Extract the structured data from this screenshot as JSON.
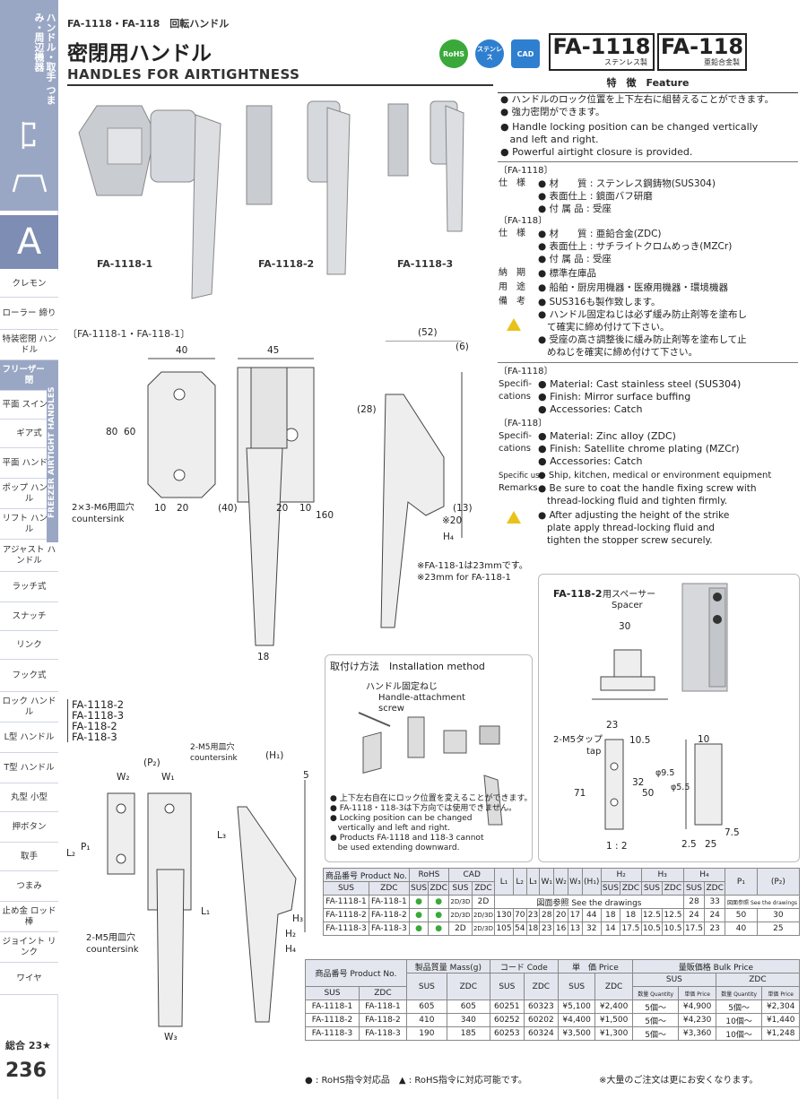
{
  "sidebar": {
    "category": "ハンドル・取手 つまみ・周辺機器",
    "letter": "A",
    "vertical_label": "FREEZER AIRTIGHT HANDLES",
    "items": [
      "クレモン",
      "ローラー 締り",
      "特装密閉 ハンドル",
      "フリーザー 密閉",
      "平面 スイング",
      "ギア式",
      "平面 ハンドル",
      "ポップ ハンドル",
      "リフト ハンドル",
      "アジャスト ハンドル",
      "ラッチ式",
      "スナッチ",
      "リンク",
      "フック式",
      "ロック ハンドル",
      "L型 ハンドル",
      "T型 ハンドル",
      "丸型 小型",
      "押ボタン",
      "取手",
      "つまみ",
      "止め金 ロッド棒",
      "ジョイント リンク",
      "ワイヤ"
    ],
    "sogo": "総合 23★",
    "page_number": "236"
  },
  "header": {
    "breadcrumb": "FA-1118・FA-118　回転ハンドル",
    "title_jp": "密閉用ハンドル",
    "title_en": "HANDLES FOR AIRTIGHTNESS",
    "badges": [
      "RoHS",
      "ステンレス",
      "CAD"
    ],
    "model1": "FA-1118",
    "model1_sub": "ステンレス製",
    "model2": "FA-118",
    "model2_sub": "亜鉛合金製"
  },
  "photos": {
    "captions": [
      "FA-1118-1",
      "FA-1118-2",
      "FA-1118-3"
    ]
  },
  "drawing1": {
    "label": "〔FA-1118-1・FA-118-1〕",
    "dims": [
      "40",
      "45",
      "(52)",
      "(6)",
      "80",
      "60",
      "(28)",
      "10",
      "20",
      "(40)",
      "20",
      "10",
      "(13)",
      "160",
      "※20",
      "H₄",
      "18"
    ],
    "hole_note": "2×3-M6用皿穴",
    "hole_note_en": "countersink",
    "note1": "※FA-118-1は23mmです。",
    "note2": "※23mm for FA-118-1"
  },
  "drawing2": {
    "labels": [
      "FA-1118-2",
      "FA-1118-3",
      "FA-118-2",
      "FA-118-3"
    ],
    "dims": [
      "(P₂)",
      "W₂",
      "W₁",
      "(H₁)",
      "5",
      "L₂",
      "P₁",
      "L₃",
      "L₁",
      "H₃",
      "H₂",
      "H₄",
      "W₃"
    ],
    "note_top": "2-M5用皿穴",
    "note_top_en": "countersink",
    "note_bottom": "2-M5用皿穴",
    "note_bottom_en": "countersink"
  },
  "install": {
    "title": "取付け方法　Installation method",
    "screw_jp": "ハンドル固定ねじ",
    "screw_en1": "Handle-attachment",
    "screw_en2": "screw",
    "notes": [
      "● 上下左右自在にロック位置を変えることができます。",
      "● FA-1118・118-3は下方向では使用できません。",
      "● Locking position can be changed",
      "   vertically and left and right.",
      "● Products FA-1118 and 118-3 cannot",
      "   be used extending downward."
    ]
  },
  "spacer": {
    "title": "FA-118-2",
    "title_jp": "用スペーサー",
    "title_en": "Spacer",
    "dims": [
      "30",
      "23",
      "10.5",
      "10",
      "2-M5タップ",
      "tap",
      "71",
      "32",
      "50",
      "φ9.5",
      "φ5.5",
      "7.5",
      "2.5",
      "25"
    ],
    "scale": "1 : 2"
  },
  "features": {
    "heading": "特　徴　Feature",
    "jp": [
      "● ハンドルのロック位置を上下左右に組替えることができます。",
      "● 強力密閉ができます。"
    ],
    "en": [
      "● Handle locking position can be changed vertically",
      "   and left and right.",
      "● Powerful airtight closure is provided."
    ]
  },
  "specs_jp": {
    "g1": "〔FA-1118〕",
    "label_spec": "仕　様",
    "g1_lines": [
      "● 材　　質 : ステンレス鋼鋳物(SUS304)",
      "● 表面仕上 : 鏡面バフ研磨",
      "● 付 属 品 : 受座"
    ],
    "g2": "〔FA-118〕",
    "g2_lines": [
      "● 材　　質 : 亜鉛合金(ZDC)",
      "● 表面仕上 : サチライトクロムめっき(MZCr)",
      "● 付 属 品 : 受座"
    ],
    "rows": [
      [
        "納　期",
        "● 標準在庫品"
      ],
      [
        "用　途",
        "● 船舶・厨房用機器・医療用機器・環境機器"
      ],
      [
        "備　考",
        "● SUS316も製作致します。"
      ]
    ],
    "warn": [
      "● ハンドル固定ねじは必ず緩み防止剤等を塗布し",
      "   て確実に締め付けて下さい。",
      "● 受座の高さ調整後に緩み防止剤等を塗布して止",
      "   めねじを確実に締め付けて下さい。"
    ]
  },
  "specs_en": {
    "g1": "〔FA-1118〕",
    "label": "Specifi-",
    "label2": "cations",
    "g1_lines": [
      "● Material: Cast stainless steel (SUS304)",
      "● Finish: Mirror surface buffing",
      "● Accessories: Catch"
    ],
    "g2": "〔FA-118〕",
    "g2_lines": [
      "● Material: Zinc alloy (ZDC)",
      "● Finish: Satellite chrome plating (MZCr)",
      "● Accessories: Catch"
    ],
    "use_label": "Specific use",
    "use_text": "● Ship, kitchen, medical or environment equipment",
    "remarks_label": "Remarks",
    "remarks": [
      "● Be sure to coat the handle fixing screw with",
      "   thread-locking fluid and tighten firmly."
    ],
    "warn": [
      "● After adjusting the height of the strike",
      "   plate apply thread-locking fluid and",
      "   tighten the stopper screw securely."
    ]
  },
  "dim_table": {
    "h_product": "商品番号 Product No.",
    "h_rohs": "RoHS",
    "h_cad": "CAD",
    "cols": [
      "L₁",
      "L₂",
      "L₃",
      "W₁",
      "W₂",
      "W₃",
      "(H₁)",
      "H₂",
      "H₃",
      "H₄",
      "P₁",
      "(P₂)"
    ],
    "sub": [
      "SUS",
      "ZDC",
      "SUS",
      "ZDC",
      "SUS",
      "ZDC"
    ],
    "sub2": [
      "SUS",
      "ZDC",
      "SUS",
      "ZDC",
      "SUS",
      "ZDC"
    ],
    "rows": [
      [
        "FA-1118-1",
        "FA-118-1",
        "●",
        "●",
        "2D/3D",
        "2D",
        "図面参照 See the drawings",
        "28",
        "33",
        "図面参照 See the drawings"
      ],
      [
        "FA-1118-2",
        "FA-118-2",
        "●",
        "●",
        "2D/3D",
        "2D/3D",
        "130",
        "70",
        "23",
        "28",
        "20",
        "17",
        "44",
        "18",
        "18",
        "12.5",
        "12.5",
        "24",
        "24",
        "50",
        "30"
      ],
      [
        "FA-1118-3",
        "FA-118-3",
        "●",
        "●",
        "2D",
        "2D/3D",
        "105",
        "54",
        "18",
        "23",
        "16",
        "13",
        "32",
        "14",
        "17.5",
        "10.5",
        "10.5",
        "17.5",
        "23",
        "40",
        "25"
      ]
    ]
  },
  "price_table": {
    "h_product": "商品番号 Product No.",
    "h_mass": "製品質量 Mass(g)",
    "h_code": "コード Code",
    "h_price": "単　価 Price",
    "h_bulk": "量販価格 Bulk Price",
    "sus": "SUS",
    "zdc": "ZDC",
    "qty": "数量 Quantity",
    "unit": "単価 Price",
    "rows": [
      [
        "FA-1118-1",
        "FA-118-1",
        "605",
        "605",
        "60251",
        "60323",
        "¥5,100",
        "¥2,400",
        "5個～",
        "¥4,900",
        "5個～",
        "¥2,304"
      ],
      [
        "FA-1118-2",
        "FA-118-2",
        "410",
        "340",
        "60252",
        "60202",
        "¥4,400",
        "¥1,500",
        "5個～",
        "¥4,230",
        "10個～",
        "¥1,440"
      ],
      [
        "FA-1118-3",
        "FA-118-3",
        "190",
        "185",
        "60253",
        "60324",
        "¥3,500",
        "¥1,300",
        "5個～",
        "¥3,360",
        "10個～",
        "¥1,248"
      ]
    ]
  },
  "legend": "● : RoHS指令対応品　▲ : RoHS指令に対応可能です。",
  "bulk_note": "※大量のご注文は更にお安くなります。",
  "colors": {
    "sidebar": "#9aa7c4",
    "sidebar_dark": "#7d8db3",
    "rohs": "#3aa93a",
    "cad": "#2f7fd0",
    "warn": "#e8c21a"
  }
}
